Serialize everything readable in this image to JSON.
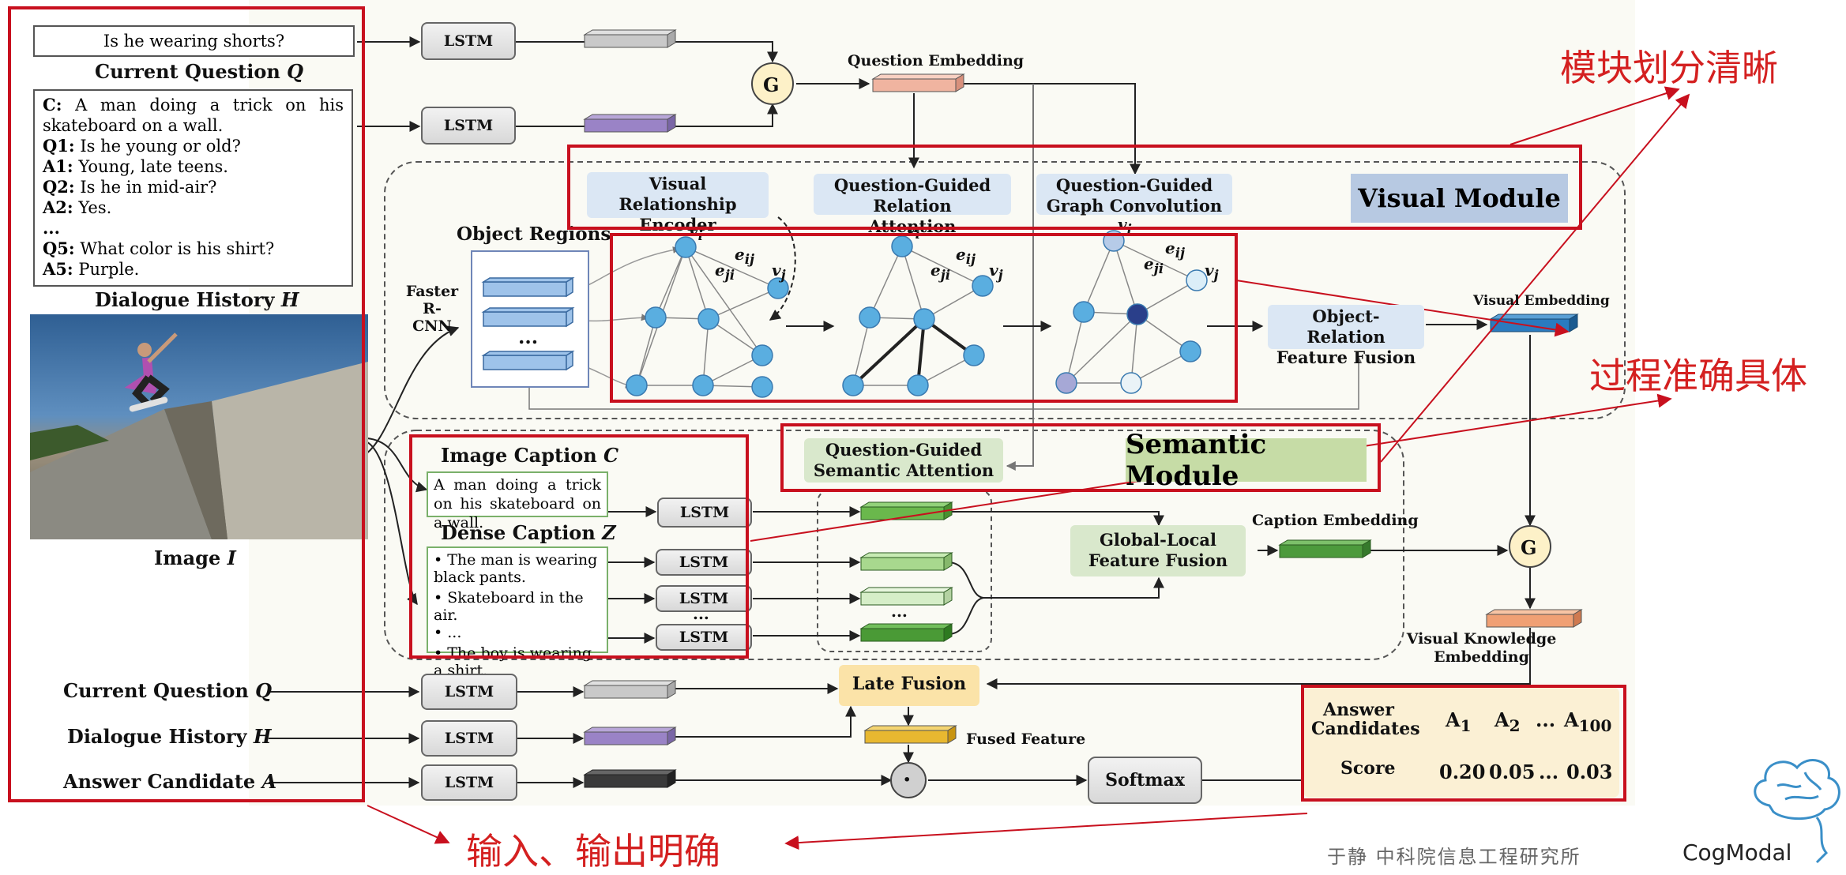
{
  "inputs": {
    "question_text": "Is he wearing shorts?",
    "question_label": "Current  Question",
    "question_symbol": "Q",
    "history_lines": [
      {
        "tag": "C:",
        "text": "A man doing a trick on his skateboard on a wall."
      },
      {
        "tag": "Q1:",
        "text": "Is he young or old?"
      },
      {
        "tag": "A1:",
        "text": "Young, late teens."
      },
      {
        "tag": "Q2:",
        "text": "Is he in mid-air?"
      },
      {
        "tag": "A2:",
        "text": "Yes."
      },
      {
        "tag": "...",
        "text": ""
      },
      {
        "tag": "Q5:",
        "text": "What color is his shirt?"
      },
      {
        "tag": "A5:",
        "text": "Purple."
      }
    ],
    "history_label": "Dialogue History",
    "history_symbol": "H",
    "image_label": "Image",
    "image_symbol": "I"
  },
  "common": {
    "lstm_label": "LSTM",
    "g_label": "G",
    "dots": "...",
    "dot_op": "·"
  },
  "embeddings": {
    "question": "Question Embedding",
    "visual": "Visual Embedding",
    "caption": "Caption Embedding",
    "visual_knowledge": "Visual Knowledge Embedding",
    "fused": "Fused Feature"
  },
  "visual_module": {
    "title": "Visual Module",
    "encoder": "Visual Relationship Encoder",
    "relation_attention": "Question-Guided Relation Attention",
    "graph_convolution": "Question-Guided Graph Convolution",
    "object_regions": "Object Regions",
    "faster_rcnn": "Faster R-CNN",
    "fusion": "Object-Relation Feature Fusion",
    "node_labels": {
      "vi": "v",
      "vj": "v",
      "eij": "e",
      "eji": "e",
      "i": "i",
      "j": "j",
      "ij": "ij",
      "ji": "ji"
    }
  },
  "semantic_module": {
    "title": "Semantic Module",
    "attention": "Question-Guided Semantic Attention",
    "image_caption_label": "Image Caption",
    "image_caption_symbol": "C",
    "image_caption_text": "A man doing a trick on his skateboard on a wall.",
    "dense_caption_label": "Dense Caption",
    "dense_caption_symbol": "Z",
    "dense_captions": [
      "The man is wearing black pants.",
      "Skateboard in the air.",
      "...",
      "The boy is wearing a shirt."
    ],
    "global_local": "Global-Local Feature Fusion"
  },
  "bottom": {
    "rows": [
      {
        "label": "Current Question",
        "symbol": "Q"
      },
      {
        "label": "Dialogue History",
        "symbol": "H"
      },
      {
        "label": "Answer Candidate",
        "symbol": "A"
      }
    ],
    "late_fusion": "Late Fusion",
    "softmax": "Softmax",
    "answer_candidates_label": "Answer Candidates",
    "answers": [
      "A",
      "A",
      "...",
      "A"
    ],
    "answer_subs": [
      "1",
      "2",
      "",
      "100"
    ],
    "score_label": "Score",
    "scores": [
      "0.20",
      "0.05",
      "...",
      "0.03"
    ]
  },
  "annotations": {
    "modules_clear": "模块划分清晰",
    "process_precise": "过程准确具体",
    "io_clear": "输入、输出明确",
    "credit": "于静 中科院信息工程研究所",
    "logo_text": "CogModal"
  },
  "colors": {
    "red": "#c8101e",
    "visual_bg": "#dbe7f4",
    "semantic_bg": "#d9e8cc",
    "node_blue": "#5aaee0",
    "gold": "#fbe3a8"
  }
}
